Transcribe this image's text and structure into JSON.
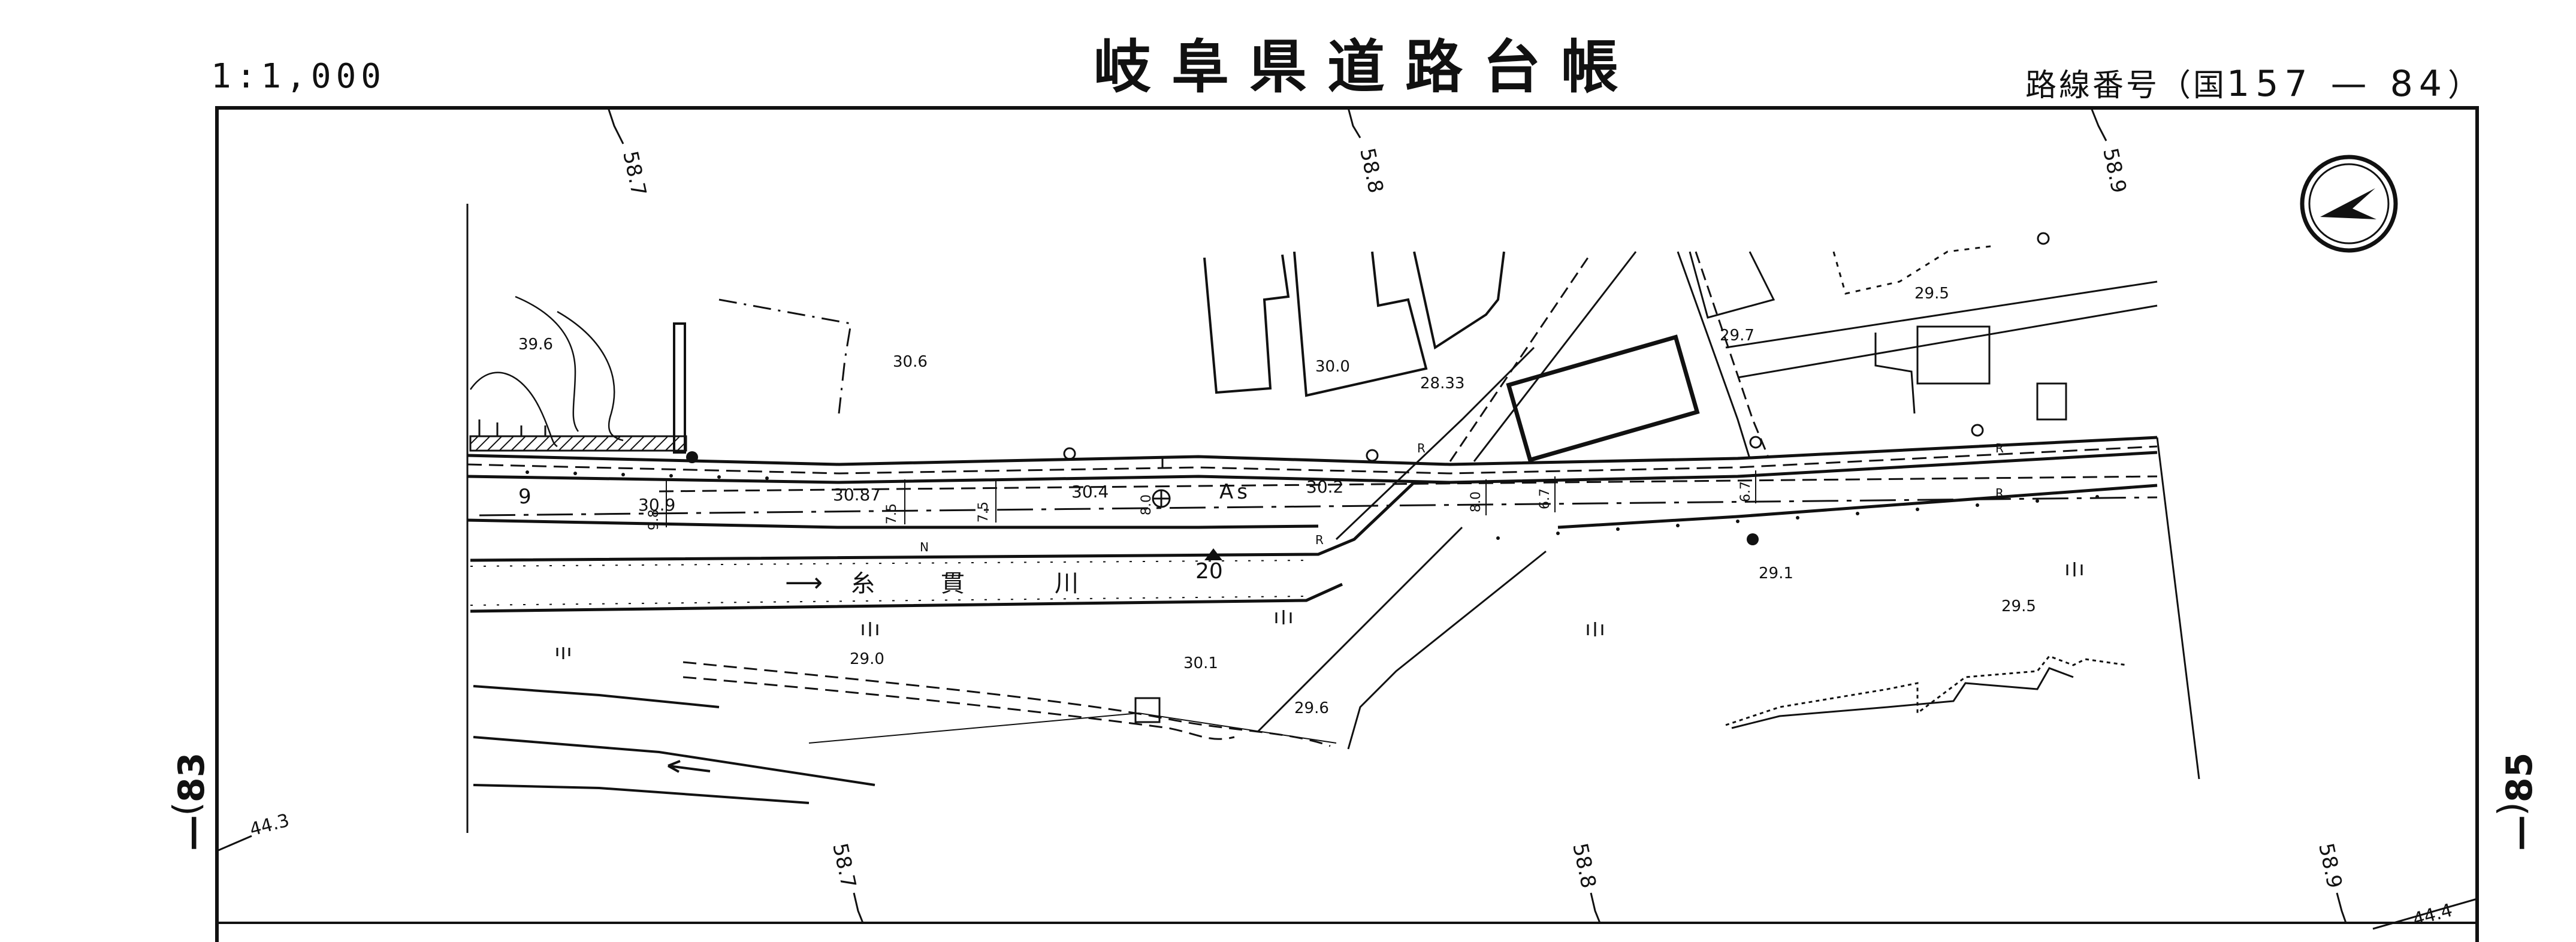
{
  "header": {
    "scale": "1:1,000",
    "title": "岐阜県道路台帳",
    "route_prefix": "路線番号（国",
    "route_number": "157 — 84",
    "route_suffix": "）"
  },
  "sheet_refs": {
    "left": "— 83",
    "right": "— 85",
    "open_paren": "(",
    "close_paren": ")"
  },
  "grid_labels": {
    "top": [
      "58.7",
      "58.8",
      "58.9"
    ],
    "bottom": [
      "58.7",
      "58.8",
      "58.9"
    ],
    "left": "44.3",
    "right": "44.4"
  },
  "spot_heights": [
    "39.6",
    "30.6",
    "30.0",
    "28.33",
    "29.7",
    "29.5",
    "30.9",
    "30.87",
    "30.4",
    "30.2",
    "29.0",
    "30.1",
    "29.6",
    "29.1",
    "29.5"
  ],
  "road_labels": {
    "route_number": "9",
    "km_post": "20",
    "surface": "As",
    "widths": [
      "9.8",
      "7.5",
      "7.5",
      "8.0",
      "8.0",
      "6.7",
      "6.7"
    ],
    "markers": [
      "R",
      "R",
      "R",
      "R",
      "N"
    ]
  },
  "river": {
    "name_chars": [
      "糸",
      "貫",
      "川"
    ],
    "arrow": "⟶"
  },
  "colors": {
    "ink": "#111111",
    "paper": "#ffffff"
  }
}
